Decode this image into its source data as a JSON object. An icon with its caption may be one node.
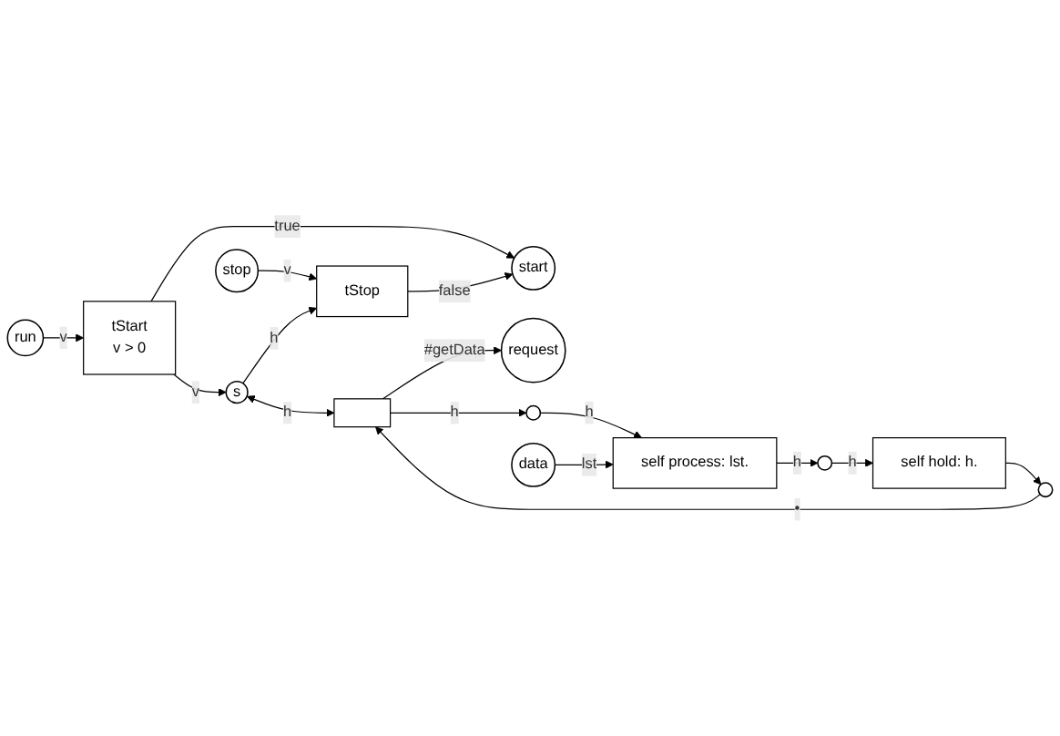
{
  "diagram": {
    "nodes": [
      {
        "text": [
          "run"
        ]
      },
      {
        "text": [
          "start"
        ]
      },
      {
        "text": [
          "stop"
        ]
      },
      {
        "text": [
          "request"
        ]
      },
      {
        "text": [
          "data"
        ]
      },
      {
        "text": [
          "tStart",
          "v > 0"
        ]
      },
      {
        "text": [
          "tStop"
        ]
      },
      {
        "text": [
          "s"
        ]
      },
      {
        "text": [],
        "shape": "circle"
      },
      {
        "text": [],
        "shape": "box"
      },
      {
        "text": [],
        "shape": "circle"
      },
      {
        "text": [
          "self process: lst."
        ]
      },
      {
        "text": [],
        "shape": "circle"
      },
      {
        "text": [
          "self hold: h."
        ]
      }
    ],
    "edges": [
      {
        "from": 0,
        "to": 5,
        "arrow": "to",
        "label": "v"
      },
      {
        "from": 5,
        "to": 1,
        "arrow": "to",
        "label": "true"
      },
      {
        "from": 5,
        "to": 7,
        "arrow": "to",
        "label": "v"
      },
      {
        "from": 6,
        "to": 1,
        "arrow": "to",
        "label": "false"
      },
      {
        "from": 2,
        "to": 6,
        "arrow": "to",
        "label": "v"
      },
      {
        "from": 7,
        "to": 6,
        "arrow": "to",
        "label": "h"
      },
      {
        "from": 7,
        "to": 9,
        "arrow": "both",
        "label": "h"
      },
      {
        "from": 8,
        "to": 9,
        "arrow": "to",
        "label": "•"
      },
      {
        "from": 9,
        "to": 10,
        "arrow": "to",
        "label": "h"
      },
      {
        "from": 9,
        "to": 3,
        "arrow": "to",
        "label": "#getData"
      },
      {
        "from": 10,
        "to": 11,
        "arrow": "to",
        "label": "h"
      },
      {
        "from": 4,
        "to": 11,
        "arrow": "to",
        "label": "lst"
      },
      {
        "from": 11,
        "to": 12,
        "arrow": "to",
        "label": "h"
      },
      {
        "from": 12,
        "to": 13,
        "arrow": "to",
        "label": "h"
      },
      {
        "from": 13,
        "to": 8,
        "arrow": "to"
      }
    ]
  }
}
